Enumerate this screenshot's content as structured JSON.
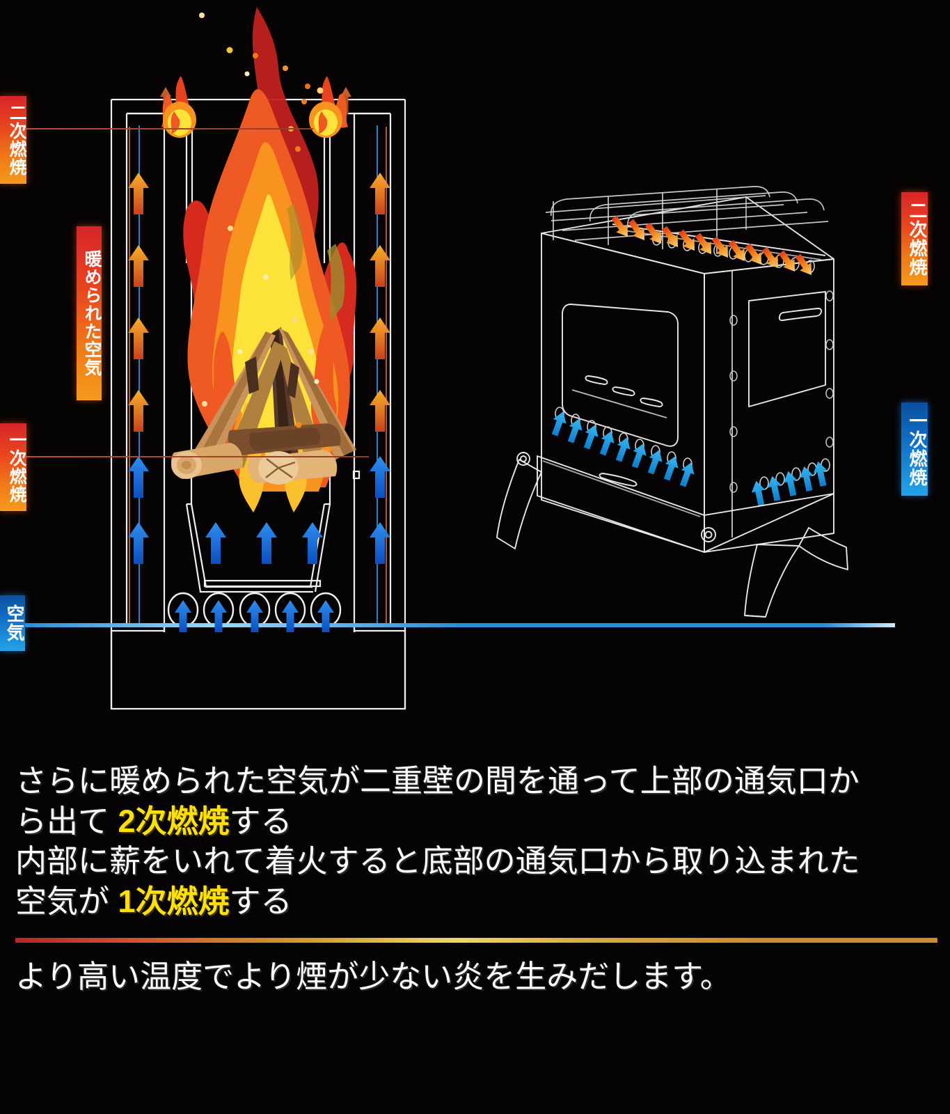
{
  "meta": {
    "bg_color": "#050303",
    "accent_fire": "#f07a18",
    "accent_air": "#1b8fe0",
    "highlight_yellow": "#ffe000"
  },
  "diagram_left": {
    "name": "stove-cross-section",
    "labels": {
      "secondary_combustion": "二次燃焼",
      "warmed_air": "暖められた空気",
      "primary_combustion": "一次燃焼",
      "air": "空気"
    },
    "arrows": {
      "warm_air_up_color": "#f0741c",
      "cool_air_up_color": "#1267d8",
      "warm_arrow_count": 8,
      "cool_arrow_count": 9,
      "intake_hole_count": 5
    }
  },
  "diagram_right": {
    "name": "stove-3d-view",
    "labels": {
      "secondary_combustion": "二次燃焼",
      "primary_combustion": "一次燃焼"
    },
    "arrows": {
      "top_vent_arrow_color": "#f4821e",
      "bottom_vent_arrow_color": "#1f9fe8",
      "top_vent_arrow_count": 14,
      "bottom_vent_arrow_count": 14
    }
  },
  "copy": {
    "line1": "さらに暖められた空気が二重壁の間を通って上部の通気口か",
    "line2_pre": "ら出て ",
    "line2_hl": "2次燃焼",
    "line2_post": "する",
    "line3": "内部に薪をいれて着火すると底部の通気口から取り込まれた",
    "line4_pre": "空気が ",
    "line4_hl": "1次燃焼",
    "line4_post": "する",
    "line5": "より高い温度でより煙が少ない炎を生みだします。"
  }
}
